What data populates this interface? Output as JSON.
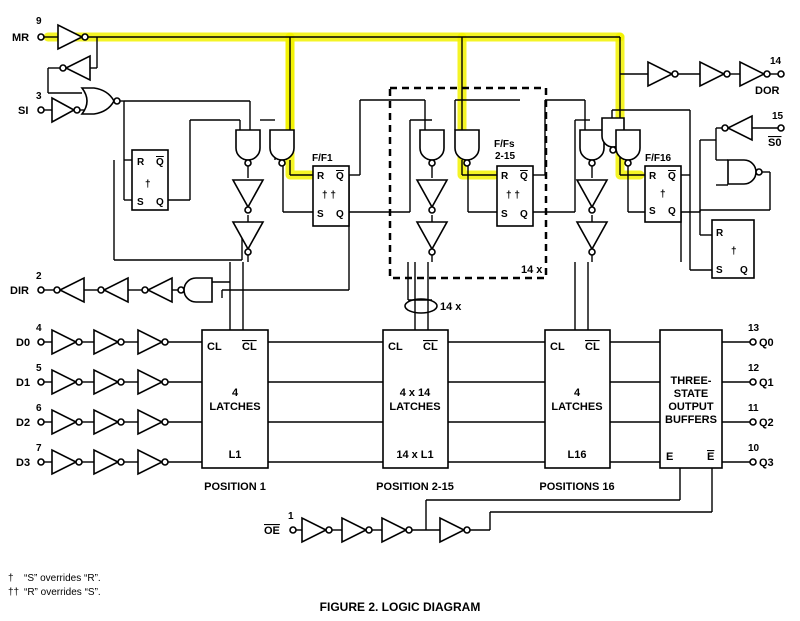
{
  "pins": {
    "mr": {
      "number": "9",
      "label": "MR"
    },
    "si": {
      "number": "3",
      "label": "SI"
    },
    "dir": {
      "number": "2",
      "label": "DIR"
    },
    "d0": {
      "number": "4",
      "label": "D0"
    },
    "d1": {
      "number": "5",
      "label": "D1"
    },
    "d2": {
      "number": "6",
      "label": "D2"
    },
    "d3": {
      "number": "7",
      "label": "D3"
    },
    "oe": {
      "number": "1",
      "label": "OE"
    },
    "dor": {
      "number": "14",
      "label": "DOR"
    },
    "so": {
      "number": "15",
      "label": "S0"
    },
    "q0": {
      "number": "13",
      "label": "Q0"
    },
    "q1": {
      "number": "12",
      "label": "Q1"
    },
    "q2": {
      "number": "11",
      "label": "Q2"
    },
    "q3": {
      "number": "10",
      "label": "Q3"
    }
  },
  "flipflops": {
    "ff1": {
      "title": "F/F1"
    },
    "ff215": {
      "title_line1": "F/Fs",
      "title_line2": "2-15"
    },
    "ff16": {
      "title": "F/F16"
    }
  },
  "ff_pins": {
    "r": "R",
    "s": "S",
    "q": "Q",
    "qbar": "Q"
  },
  "marks": {
    "single": "†",
    "double": "† †"
  },
  "latches": {
    "cl": "CL",
    "clbar": "CL",
    "pos1": {
      "line1": "4",
      "line2": "LATCHES",
      "bottom": "L1"
    },
    "pos215": {
      "line1": "4 x 14",
      "line2": "LATCHES",
      "bottom": "14 x L1"
    },
    "pos16": {
      "line1": "4",
      "line2": "LATCHES",
      "bottom": "L16"
    }
  },
  "buffers": {
    "line1": "THREE-",
    "line2": "STATE",
    "line3": "OUTPUT",
    "line4": "BUFFERS",
    "e": "E",
    "ebar": "E"
  },
  "positions": {
    "p1": "POSITION 1",
    "p215": "POSITION 2-15",
    "p16": "POSITIONS 16"
  },
  "repeat": {
    "box": "14 x",
    "bus": "14 x"
  },
  "footnotes": {
    "f1_mark": "†",
    "f1_text": "“S” overrides “R”.",
    "f2_mark": "††",
    "f2_text": "“R” overrides “S”."
  },
  "figure_title": "FIGURE 2.  LOGIC DIAGRAM",
  "highlight_color": "#f2f200"
}
